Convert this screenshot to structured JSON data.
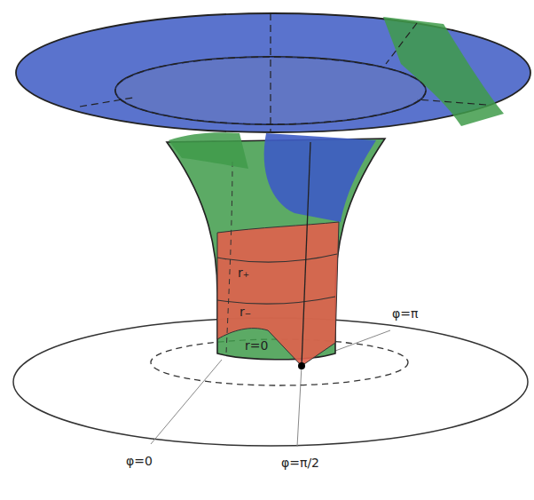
{
  "diagram": {
    "labels": [
      "r₊",
      "r₋",
      "r=0",
      "φ=π",
      "φ=0",
      "φ=π/2"
    ]
  }
}
